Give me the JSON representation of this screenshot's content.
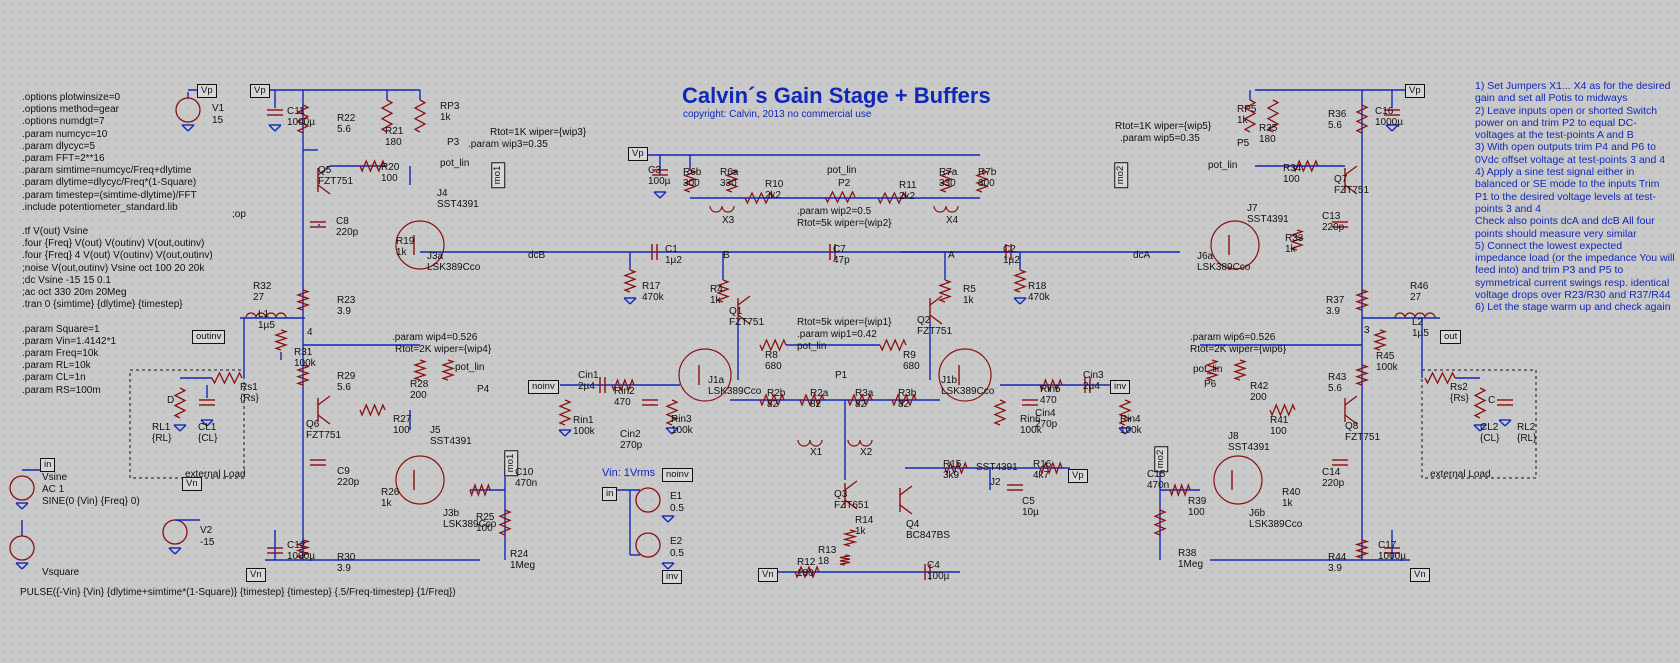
{
  "title": "Calvin´s Gain Stage + Buffers",
  "subtitle": "copyright: Calvin, 2013 no commercial use",
  "directives": [
    ".options plotwinsize=0",
    ".options method=gear",
    ".options numdgt=7",
    ".param numcyc=10",
    ".param dlycyc=5",
    ".param FFT=2**16",
    ".param simtime=numcyc/Freq+dlytime",
    ".param dlytime=dlycyc/Freq*(1-Square)",
    ".param timestep=(simtime-dlytime)/FFT",
    ".include potentiometer_standard.lib",
    "",
    ".tf V(out) Vsine",
    ".four {Freq} V(out) V(outinv) V(out,outinv)",
    ".four {Freq} 4 V(out) V(outinv) V(out,outinv)",
    ";noise V(out,outinv) Vsine oct 100 20 20k",
    ";dc Vsine -15 15 0.1",
    ";ac oct 330 20m 20Meg",
    ".tran 0 {simtime} {dlytime} {timestep}",
    "",
    ".param Square=1",
    ".param Vin=1.4142*1",
    ".param Freq=10k",
    ".param RL=10k",
    ".param CL=1n",
    ".param RS=100m"
  ],
  "op_directive": ";op",
  "pulse_line": "PULSE({-Vin} {Vin} {dlytime+simtime*(1-Square)} {timestep} {timestep} {.5/Freq-timestep} {1/Freq})",
  "notes": "1) Set Jumpers X1... X4 as for the desired gain and set all Potis to midways\n2) Leave inputs open or shorted Switch power on and trim P2 to equal DC-voltages at the test-points A and B\n3) With open outputs trim P4 and P6 to 0Vdc offset voltage at test-points 3 and 4\n4) Apply a sine test signal either in balanced or SE mode to the inputs Trim P1 to the desired voltage levels at test-points 3 and 4\nCheck also points dcA and dcB All four points should measure very similar\n5) Connect the lowest expected impedance load (or the impedance You will feed into) and trim P3 and P5 to symmetrical current swings resp. identical voltage drops over R23/R30 and R37/R44\n6) Let the stage warm up and check again",
  "params": {
    "wip3": ".param wip3=0.35",
    "rtot3": "Rtot=1K wiper={wip3}",
    "wip5": ".param wip5=0.35",
    "rtot5": "Rtot=1K wiper={wip5}",
    "wip2": ".param wip2=0.5",
    "rtot2": "Rtot=5k wiper={wip2}",
    "rtot1": "Rtot=5k wiper={wip1}",
    "wip1": ".param wip1=0.42",
    "wip4": ".param wip4=0.526",
    "rtot4": "Rtot=2K wiper={wip4}",
    "wip6": ".param wip6=0.526",
    "rtot6": "Rtot=2K wiper={wip6}"
  },
  "ports": {
    "vp": "Vp",
    "vn": "Vn",
    "outinv": "outinv",
    "out": "out",
    "noinv": "noinv",
    "inv": "inv",
    "in": "in",
    "mo1": "mo1",
    "mo2": "mo2"
  },
  "sources": {
    "v1": [
      "V1",
      "15"
    ],
    "v2": [
      "V2",
      "-15"
    ],
    "vsine": [
      "Vsine",
      "AC 1",
      "SINE(0 {Vin} {Freq} 0)"
    ],
    "vsquare": "Vsquare",
    "e1": [
      "E1",
      "0.5"
    ],
    "e2": [
      "E2",
      "0.5"
    ],
    "vin_label": "Vin: 1Vrms"
  },
  "net_labels": [
    "dcB",
    "dcA",
    "B",
    "A",
    "4",
    "3",
    "D",
    "C",
    "X3",
    "X4",
    "X1",
    "X2",
    "pot_lin",
    "external Load"
  ],
  "parts": [
    [
      "R22",
      "5.6"
    ],
    [
      "R21",
      "180"
    ],
    [
      "RP3",
      "1k"
    ],
    [
      "P3",
      ""
    ],
    [
      "C11",
      "1000µ"
    ],
    [
      "Q5",
      "FZT751"
    ],
    [
      "R20",
      "100"
    ],
    [
      "J4",
      "SST4391"
    ],
    [
      "C8",
      "220p"
    ],
    [
      "R19",
      "1k"
    ],
    [
      "J3a",
      "LSK389Cco"
    ],
    [
      "R23",
      "3.9"
    ],
    [
      "R32",
      "27"
    ],
    [
      "L1",
      "1µ5"
    ],
    [
      "R31",
      "100k"
    ],
    [
      "R29",
      "5.6"
    ],
    [
      "R28",
      "200"
    ],
    [
      "P4",
      ""
    ],
    [
      "Q6",
      "FZT751"
    ],
    [
      "R27",
      "100"
    ],
    [
      "J5",
      "SST4391"
    ],
    [
      "C9",
      "220p"
    ],
    [
      "R26",
      "1k"
    ],
    [
      "J3b",
      "LSK389Cco"
    ],
    [
      "R25",
      "100"
    ],
    [
      "C10",
      "470n"
    ],
    [
      "R24",
      "1Meg"
    ],
    [
      "R30",
      "3.9"
    ],
    [
      "C12",
      "1000µ"
    ],
    [
      "R6b",
      "300"
    ],
    [
      "R6a",
      "330"
    ],
    [
      "C3",
      "100µ"
    ],
    [
      "R10",
      "2k2"
    ],
    [
      "P2",
      ""
    ],
    [
      "R11",
      "2k2"
    ],
    [
      "R7a",
      "330"
    ],
    [
      "R7b",
      "300"
    ],
    [
      "R17",
      "470k"
    ],
    [
      "C1",
      "1µ2"
    ],
    [
      "C7",
      "47p"
    ],
    [
      "C2",
      "1µ2"
    ],
    [
      "R18",
      "470k"
    ],
    [
      "R4",
      "1k"
    ],
    [
      "Q1",
      "FZT751"
    ],
    [
      "R5",
      "1k"
    ],
    [
      "Q2",
      "FZT751"
    ],
    [
      "R8",
      "680"
    ],
    [
      "P1",
      ""
    ],
    [
      "R9",
      "680"
    ],
    [
      "J1a",
      "LSK389Cco"
    ],
    [
      "J1b",
      "LSK389Cco"
    ],
    [
      "Rin1",
      "100k"
    ],
    [
      "Cin1",
      "2µ4"
    ],
    [
      "Rin2",
      "470"
    ],
    [
      "Cin2",
      "270p"
    ],
    [
      "Rin3",
      "100k"
    ],
    [
      "R2b",
      "82"
    ],
    [
      "R2a",
      "82"
    ],
    [
      "R3a",
      "82"
    ],
    [
      "R3b",
      "82"
    ],
    [
      "Rin5",
      "470"
    ],
    [
      "Cin3",
      "2µ4"
    ],
    [
      "Cin4",
      "270p"
    ],
    [
      "Rin6",
      "100k"
    ],
    [
      "Rin4",
      "100k"
    ],
    [
      "R15",
      "3k9"
    ],
    [
      "SST4391",
      ""
    ],
    [
      "R16",
      "4k7"
    ],
    [
      "J2",
      ""
    ],
    [
      "C5",
      "10µ"
    ],
    [
      "Q3",
      "FZT651"
    ],
    [
      "R14",
      "1k"
    ],
    [
      "Q4",
      "BC847BS"
    ],
    [
      "R13",
      "18"
    ],
    [
      "R12",
      "180"
    ],
    [
      "C4",
      "100µ"
    ],
    [
      "RP5",
      "1k"
    ],
    [
      "R35",
      "180"
    ],
    [
      "P5",
      ""
    ],
    [
      "R36",
      "5.6"
    ],
    [
      "C16",
      "1000µ"
    ],
    [
      "Q7",
      "FZT751"
    ],
    [
      "R34",
      "100"
    ],
    [
      "J7",
      "SST4391"
    ],
    [
      "C13",
      "220p"
    ],
    [
      "R33",
      "1k"
    ],
    [
      "J6a",
      "LSK389Cco"
    ],
    [
      "R37",
      "3.9"
    ],
    [
      "R46",
      "27"
    ],
    [
      "L2",
      "1µ5"
    ],
    [
      "R45",
      "100k"
    ],
    [
      "R43",
      "5.6"
    ],
    [
      "R42",
      "200"
    ],
    [
      "P6",
      ""
    ],
    [
      "Q8",
      "FZT751"
    ],
    [
      "R41",
      "100"
    ],
    [
      "J8",
      "SST4391"
    ],
    [
      "C14",
      "220p"
    ],
    [
      "R40",
      "1k"
    ],
    [
      "J6b",
      "LSK389Cco"
    ],
    [
      "R39",
      "100"
    ],
    [
      "C15",
      "470n"
    ],
    [
      "R38",
      "1Meg"
    ],
    [
      "R44",
      "3.9"
    ],
    [
      "C17",
      "1000µ"
    ],
    [
      "Rs1",
      "{Rs}"
    ],
    [
      "RL1",
      "{RL}"
    ],
    [
      "CL1",
      "{CL}"
    ],
    [
      "Rs2",
      "{Rs}"
    ],
    [
      "CL2",
      "{CL}"
    ],
    [
      "RL2",
      "{RL}"
    ]
  ],
  "colors": {
    "wire": "#1028b8",
    "component": "#8a1010",
    "text": "#111111",
    "background": "#c9c9c9"
  }
}
